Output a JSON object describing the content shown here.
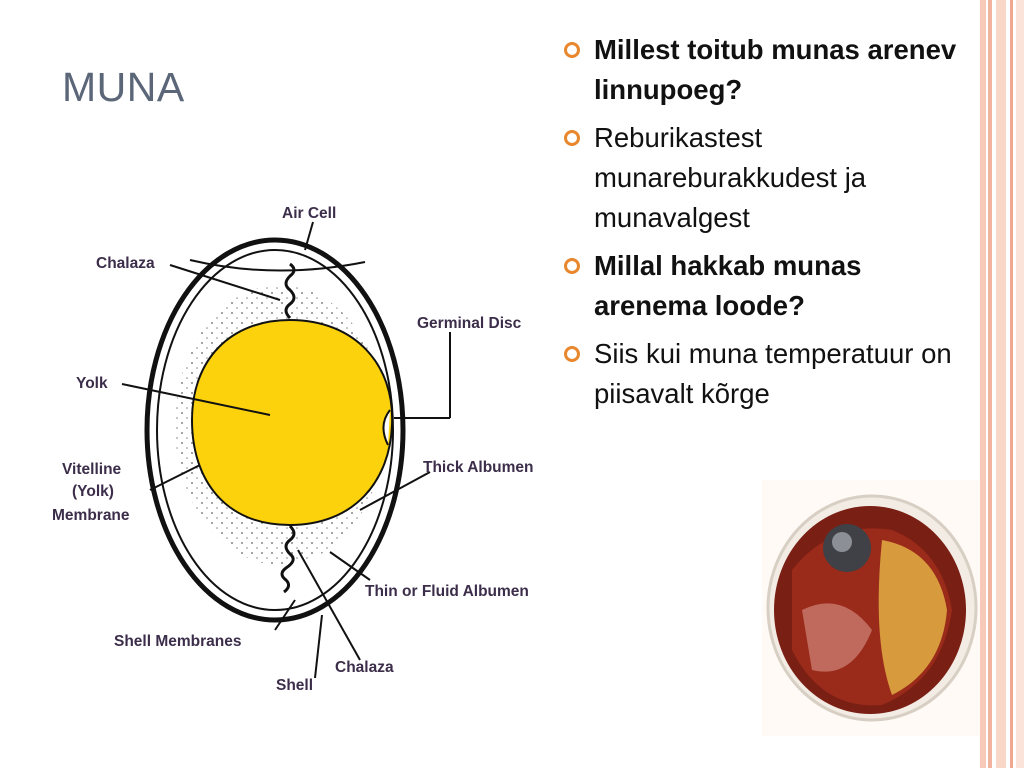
{
  "slide": {
    "title": "MUNA"
  },
  "bullets": [
    {
      "text": "Millest toitub munas arenev linnupoeg?",
      "bold": true
    },
    {
      "text": "Reburikastest munareburakkudest ja munavalgest",
      "bold": false
    },
    {
      "text": "Millal hakkab munas arenema loode?",
      "bold": true
    },
    {
      "text": "Siis kui muna temperatuur on piisavalt kõrge",
      "bold": false
    }
  ],
  "diagram": {
    "labels": {
      "air_cell": "Air Cell",
      "chalaza_top": "Chalaza",
      "germinal_disc": "Germinal Disc",
      "yolk": "Yolk",
      "vitelline_1": "Vitelline",
      "vitelline_2": "(Yolk)",
      "vitelline_3": "Membrane",
      "thick_albumen": "Thick Albumen",
      "thin_albumen": "Thin or Fluid Albumen",
      "shell_membranes": "Shell Membranes",
      "chalaza_bottom": "Chalaza",
      "shell": "Shell"
    },
    "colors": {
      "yolk": "#fcd20c",
      "outline": "#111111",
      "label": "#3c2e4a"
    }
  },
  "theme": {
    "bullet_color": "#e8872d",
    "title_color": "#5b6778"
  }
}
